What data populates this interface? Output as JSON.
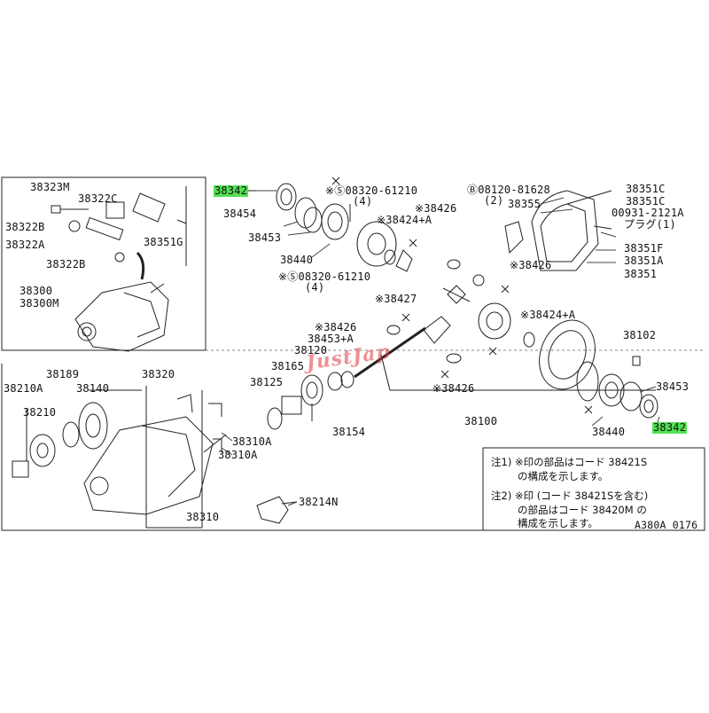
{
  "labels": {
    "l38323M": "38323M",
    "l38322C": "38322C",
    "l38322B_1": "38322B",
    "l38322A": "38322A",
    "l38322B_2": "38322B",
    "l38351G": "38351G",
    "l38300": "38300",
    "l38300M": "38300M",
    "l38342_top": "38342",
    "l38454": "38454",
    "l38453_top": "38453",
    "l38440_top": "38440",
    "lBolt1": "※Ⓢ08320-61210",
    "lBolt1q": "(4)",
    "lBolt2": "※Ⓢ08320-61210",
    "lBolt2q": "(4)",
    "l38424A_top": "※38424+A",
    "l38426_a": "※38426",
    "lB08120": "Ⓑ08120-81628",
    "lB08120q": "(2)",
    "l38355": "38355",
    "l38351C_1": "38351C",
    "l38351C_2": "38351C",
    "l00931": "00931-2121A",
    "lPlug": "プラグ(1)",
    "l38351F": "38351F",
    "l38351A": "38351A",
    "l38351": "38351",
    "l38426_b": "※38426",
    "l38427": "※38427",
    "l38426_c": "※38426",
    "l38453A": "38453+A",
    "l38424A_mid": "※38424+A",
    "l38102": "38102",
    "l38120": "38120",
    "l38165": "38165",
    "l38125": "38125",
    "l38426_d": "※38426",
    "l38453_r": "38453",
    "l38100": "38100",
    "l38154": "38154",
    "l38440_r": "38440",
    "l38342_r": "38342",
    "l38189": "38189",
    "l38210A": "38210A",
    "l38140": "38140",
    "l38210": "38210",
    "l38320": "38320",
    "l38310A_1": "38310A",
    "l38310A_2": "38310A",
    "l38310": "38310",
    "l38214N": "38214N"
  },
  "notes": {
    "note1_line1": "注1) ※印の部品はコード 38421S",
    "note1_line2": "の構成を示します。",
    "note2_line1": "注2) ※印 (コード 38421Sを含む)",
    "note2_line2": "の部品はコード 38420M の",
    "note2_line3": "構成を示します。"
  },
  "diagram_code": "A380A 0176",
  "watermark": "JustJap",
  "highlight_color": "#52e052"
}
